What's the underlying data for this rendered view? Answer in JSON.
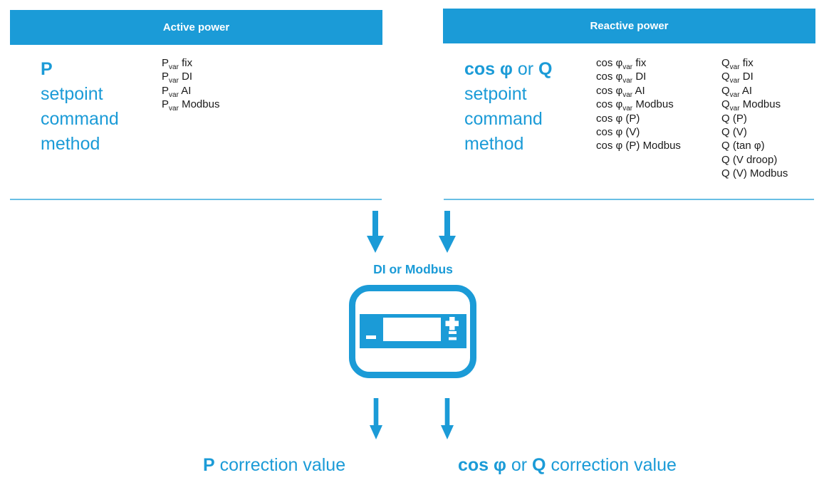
{
  "colors": {
    "accent": "#1B9BD7",
    "divider": "#69BFE5",
    "header_text": "#FFFFFF",
    "list_text": "#1A1A1A",
    "background": "#FFFFFF"
  },
  "active": {
    "title": "Active power",
    "heading": {
      "bold": "P",
      "line2": "setpoint",
      "line3": "command",
      "line4": "method"
    },
    "methods": [
      {
        "pre": "P",
        "sub": "var",
        "post": " fix"
      },
      {
        "pre": "P",
        "sub": "var",
        "post": " DI"
      },
      {
        "pre": "P",
        "sub": "var",
        "post": " AI"
      },
      {
        "pre": "P",
        "sub": "var",
        "post": " Modbus"
      }
    ]
  },
  "reactive": {
    "title": "Reactive power",
    "heading": {
      "bold1": "cos φ",
      "mid": " or ",
      "bold2": "Q",
      "line2": "setpoint",
      "line3": "command",
      "line4": "method"
    },
    "col1": [
      {
        "pre": "cos φ",
        "sub": "var",
        "post": " fix"
      },
      {
        "pre": "cos φ",
        "sub": "var",
        "post": " DI"
      },
      {
        "pre": "cos φ",
        "sub": "var",
        "post": " AI"
      },
      {
        "pre": "cos φ",
        "sub": "var",
        "post": " Modbus"
      },
      {
        "pre": "cos φ (P)",
        "sub": "",
        "post": ""
      },
      {
        "pre": "cos φ (V)",
        "sub": "",
        "post": ""
      },
      {
        "pre": "cos φ (P) Modbus",
        "sub": "",
        "post": ""
      }
    ],
    "col2": [
      {
        "pre": "Q",
        "sub": "var",
        "post": " fix"
      },
      {
        "pre": "Q",
        "sub": "var",
        "post": " DI"
      },
      {
        "pre": "Q",
        "sub": "var",
        "post": " AI"
      },
      {
        "pre": "Q",
        "sub": "var",
        "post": " Modbus"
      },
      {
        "pre": "Q (P)",
        "sub": "",
        "post": ""
      },
      {
        "pre": "Q (V)",
        "sub": "",
        "post": ""
      },
      {
        "pre": "Q (tan φ)",
        "sub": "",
        "post": ""
      },
      {
        "pre": "Q (V droop)",
        "sub": "",
        "post": ""
      },
      {
        "pre": "Q (V) Modbus",
        "sub": "",
        "post": ""
      }
    ]
  },
  "center": {
    "label": "DI or Modbus",
    "device_icon": "controller-display-icon"
  },
  "bottom": {
    "left": {
      "bold": "P",
      "rest": " correction value"
    },
    "right": {
      "bold1": "cos φ",
      "mid": " or ",
      "bold2": "Q",
      "rest": " correction value"
    }
  }
}
